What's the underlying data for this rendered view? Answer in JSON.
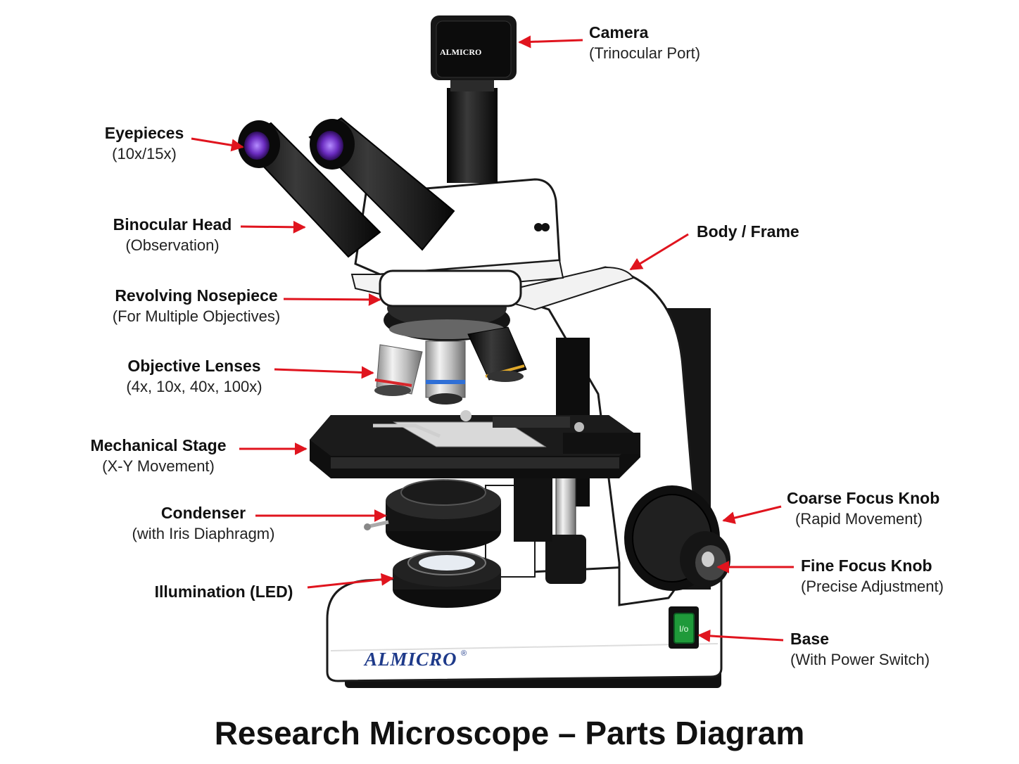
{
  "title": "Research Microscope – Parts Diagram",
  "brand": {
    "name": "ALMICRO",
    "mark": "®"
  },
  "labels": {
    "camera": {
      "title": "Camera",
      "sub": "(Trinocular Port)"
    },
    "eyepieces": {
      "title": "Eyepieces",
      "sub": "(10x/15x)"
    },
    "binocular_head": {
      "title": "Binocular Head",
      "sub": "(Observation)"
    },
    "body_frame": {
      "title": "Body / Frame"
    },
    "nosepiece": {
      "title": "Revolving Nosepiece",
      "sub": "(For Multiple Objectives)"
    },
    "objectives": {
      "title": "Objective Lenses",
      "sub": "(4x, 10x, 40x, 100x)"
    },
    "stage": {
      "title": "Mechanical Stage",
      "sub": "(X-Y Movement)"
    },
    "condenser": {
      "title": "Condenser",
      "sub": "(with Iris Diaphragm)"
    },
    "illumination": {
      "title": "Illumination (LED)"
    },
    "coarse_focus": {
      "title": "Coarse Focus Knob",
      "sub": "(Rapid Movement)"
    },
    "fine_focus": {
      "title": "Fine Focus Knob",
      "sub": "(Precise Adjustment)"
    },
    "base": {
      "title": "Base",
      "sub": "(With Power Switch)"
    }
  },
  "colors": {
    "arrow": "#e0141e",
    "frame": "#ffffff",
    "outline": "#1a1a1a",
    "metal_dark": "#111111",
    "eyepiece_lens": "#6a2bbf",
    "brand": "#1e3a8a",
    "switch": "#1f9a3a",
    "objective_band_4x": "#d7262b",
    "objective_band_10x": "#2f6fd6",
    "objective_band_40x": "#e1a92b"
  }
}
